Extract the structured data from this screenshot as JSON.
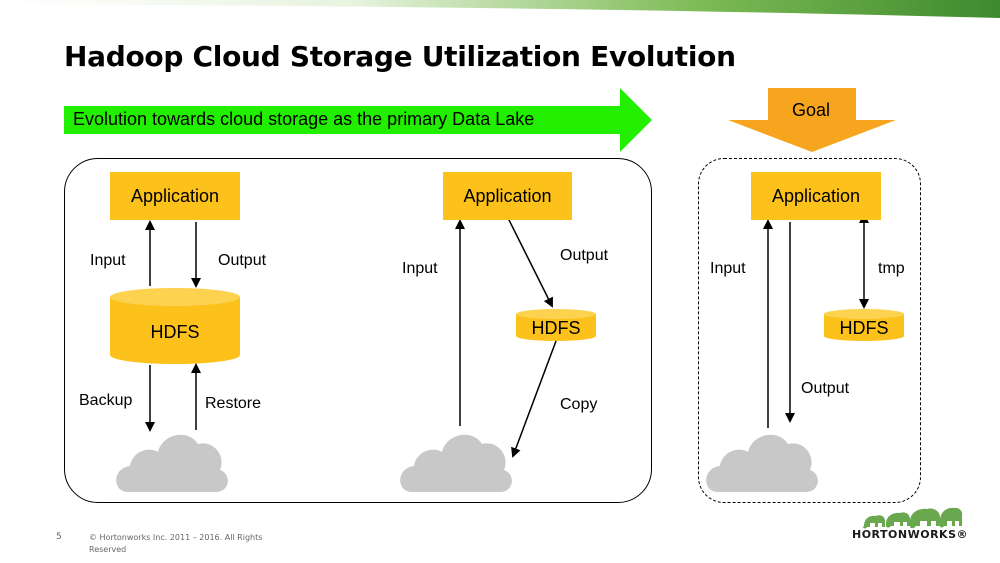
{
  "slide": {
    "title": "Hadoop Cloud Storage Utilization Evolution",
    "evolution_arrow_text": "Evolution towards cloud storage as the primary Data Lake",
    "goal_label": "Goal",
    "colors": {
      "green_arrow": "#22ee00",
      "app_box": "#fcc21b",
      "cloud": "#c8c8c8",
      "goal_arrow": "#f7a51f",
      "top_bar": "#5aa03a"
    }
  },
  "panel1": {
    "application": "Application",
    "input": "Input",
    "output": "Output",
    "hdfs": "HDFS",
    "backup": "Backup",
    "restore": "Restore"
  },
  "panel2": {
    "application": "Application",
    "input": "Input",
    "output": "Output",
    "hdfs": "HDFS",
    "copy": "Copy"
  },
  "panel3": {
    "application": "Application",
    "input": "Input",
    "tmp": "tmp",
    "hdfs": "HDFS",
    "output": "Output"
  },
  "footer": {
    "page_number": "5",
    "copyright": "© Hortonworks Inc. 2011 – 2016. All Rights Reserved",
    "logo_text": "HORTONWORKS®"
  }
}
